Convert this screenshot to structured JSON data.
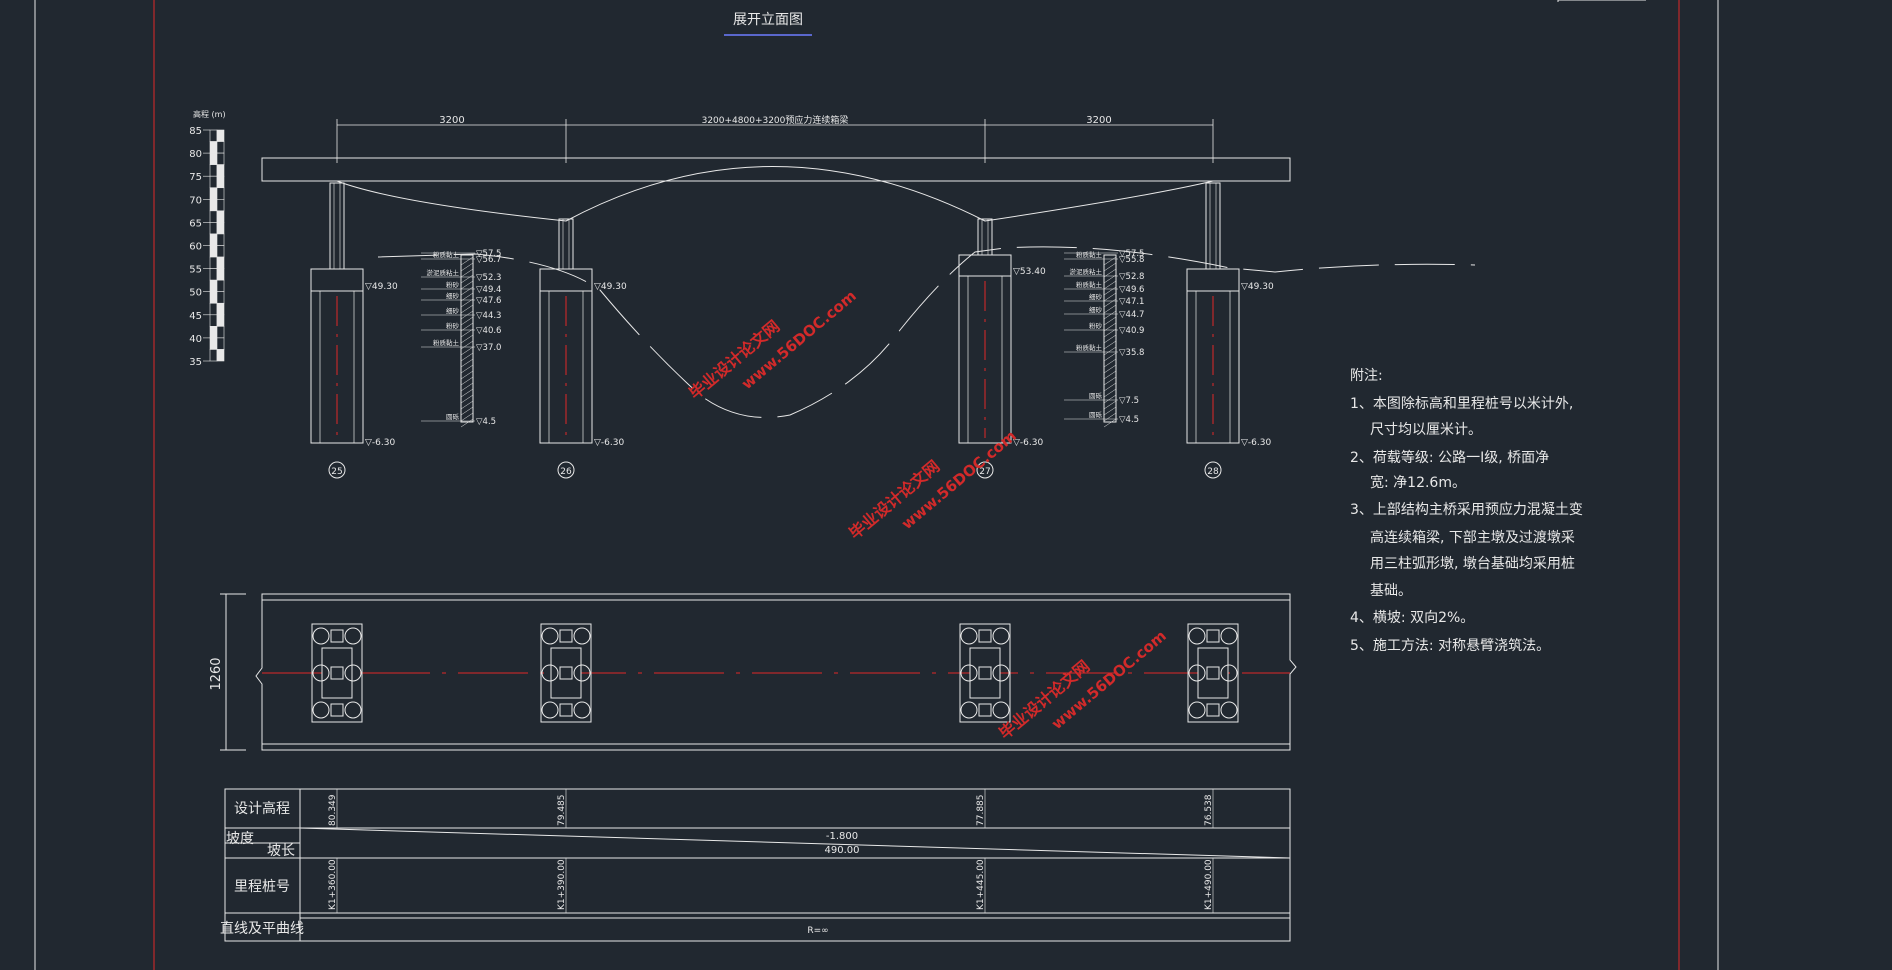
{
  "drawing": {
    "title": "展开立面图",
    "elev_scale": {
      "title": "高程 (m)",
      "labels": [
        "85",
        "80",
        "75",
        "70",
        "65",
        "60",
        "55",
        "50",
        "45",
        "40",
        "35"
      ]
    },
    "dims": {
      "left_span": "3200",
      "mid_span": "3200+4800+3200预应力连续箱梁",
      "right_span": "3200"
    },
    "piers": [
      {
        "id": "25",
        "top_elev": "▽49.30",
        "bottom_elev": "▽-6.30"
      },
      {
        "id": "26",
        "top_elev": "▽49.30",
        "bottom_elev": "▽-6.30"
      },
      {
        "id": "27",
        "top_elev": "▽53.40",
        "bottom_elev": "▽-6.30"
      },
      {
        "id": "28",
        "top_elev": "▽49.30",
        "bottom_elev": "▽-6.30"
      }
    ],
    "geo_left": {
      "elevs": [
        "▽57.5",
        "▽56.7",
        "▽52.3",
        "▽49.4",
        "▽47.6",
        "▽44.3",
        "▽40.6",
        "▽37.0",
        "▽4.5"
      ],
      "layers": [
        "粉质黏土",
        "淤泥质粘土",
        "粉砂",
        "细砂",
        "细砂",
        "粉砂",
        "粉质黏土",
        "圆砾"
      ]
    },
    "geo_right": {
      "elevs": [
        "▽57.5",
        "▽55.8",
        "▽52.8",
        "▽49.6",
        "▽47.1",
        "▽44.7",
        "▽40.9",
        "▽35.8",
        "▽7.5",
        "▽4.5"
      ],
      "layers": [
        "粉质黏土",
        "淤泥质粘土",
        "粉质黏土",
        "细砂",
        "细砂",
        "粉砂",
        "粉质黏土",
        "圆砾",
        "圆砾"
      ]
    },
    "plan_width": "1260",
    "profile_table": {
      "row_labels": [
        "设计高程",
        "坡度",
        "坡长",
        "里程桩号",
        "直线及平曲线"
      ],
      "design_elev": [
        "80.349",
        "79.485",
        "77.885",
        "76.538"
      ],
      "grade": "-1.800",
      "length": "490.00",
      "stations": [
        "K1+360.00",
        "K1+390.00",
        "K1+445.00",
        "K1+490.00"
      ],
      "curve": "R=∞"
    },
    "notes": [
      "附注:",
      "1、本图除标高和里程桩号以米计外,",
      "尺寸均以厘米计。",
      "2、荷载等级: 公路一I级, 桥面净",
      "宽: 净12.6m。",
      "3、上部结构主桥采用预应力混凝土变",
      "高连续箱梁, 下部主墩及过渡墩采",
      "用三柱弧形墩, 墩台基础均采用桩",
      "基础。",
      "4、横坡: 双向2%。",
      "5、施工方法: 对称悬臂浇筑法。"
    ],
    "watermarks": [
      "毕业设计论文网",
      "www.56DOC.com"
    ]
  },
  "colors": {
    "background": "#212830",
    "line": "#e8e8e8",
    "axis": "#e02828",
    "watermark": "#d22a2a"
  }
}
